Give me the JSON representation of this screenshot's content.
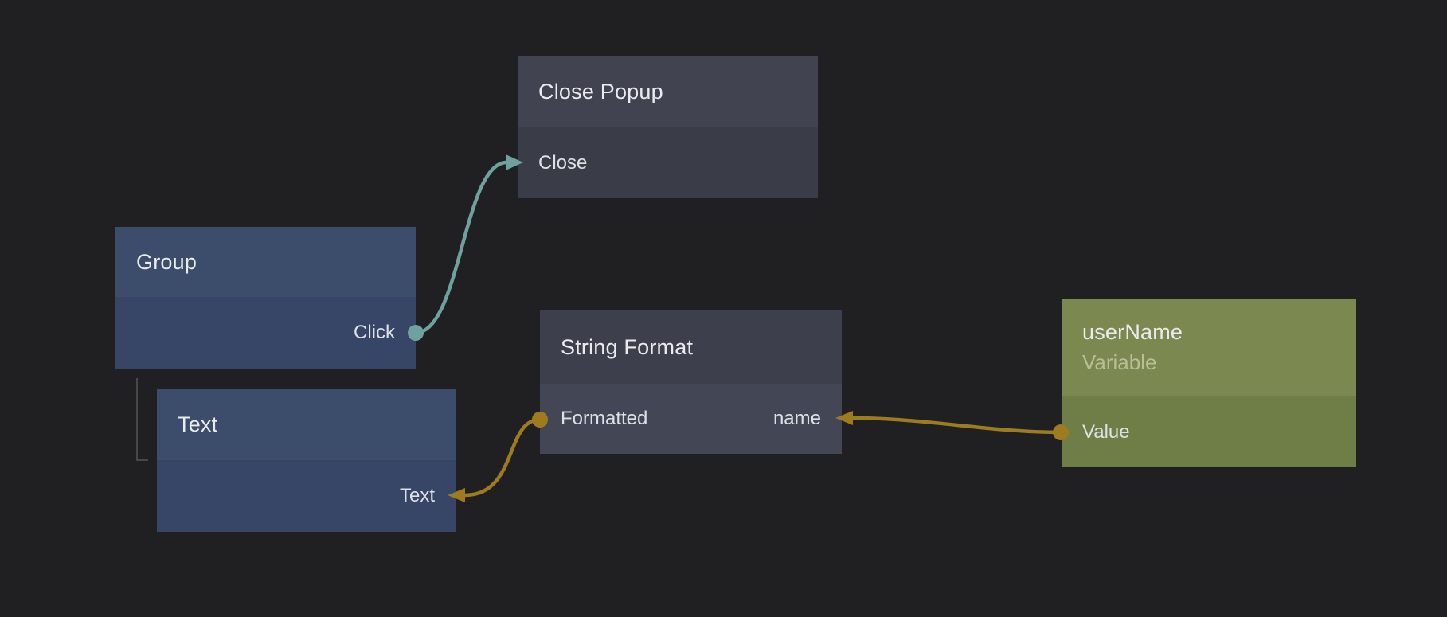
{
  "canvas": {
    "background": "#202022"
  },
  "colors": {
    "exec_connection": "#6fa19e",
    "data_connection": "#9d7c20",
    "hierarchy_line": "#454749"
  },
  "nodes": [
    {
      "id": "close-popup",
      "title": "Close Popup",
      "header_bg": "#414450",
      "body_bg": "#3a3d48",
      "ports": [
        {
          "label": "Close",
          "kind": "input-arrow",
          "color": "#6fa19e"
        }
      ]
    },
    {
      "id": "group",
      "title": "Group",
      "header_bg": "#3c4d6c",
      "body_bg": "#374566",
      "ports": [
        {
          "label": "Click",
          "kind": "output-dot",
          "color": "#6fa19e"
        }
      ]
    },
    {
      "id": "text",
      "title": "Text",
      "header_bg": "#3c4d6c",
      "body_bg": "#374566",
      "ports": [
        {
          "label": "Text",
          "kind": "input-arrow",
          "color": "#9d7c20"
        }
      ]
    },
    {
      "id": "string-format",
      "title": "String Format",
      "header_bg": "#3d404c",
      "body_bg": "#434654",
      "ports": [
        {
          "label": "Formatted",
          "kind": "output-dot",
          "color": "#9d7c20"
        },
        {
          "label": "name",
          "kind": "input-arrow",
          "color": "#9d7c20"
        }
      ]
    },
    {
      "id": "username",
      "title": "userName",
      "subtitle": "Variable",
      "header_bg": "#7b8850",
      "body_bg": "#6f7d46",
      "subtitle_color": "#b6bf96",
      "ports": [
        {
          "label": "Value",
          "kind": "output-dot",
          "color": "#9d7c20"
        }
      ]
    }
  ],
  "connections": [
    {
      "from": "Group.Click",
      "to": "Close Popup.Close",
      "color": "#6fa19e"
    },
    {
      "from": "String Format.Formatted",
      "to": "Text.Text",
      "color": "#9d7c20"
    },
    {
      "from": "userName.Value",
      "to": "String Format.name",
      "color": "#9d7c20"
    }
  ]
}
